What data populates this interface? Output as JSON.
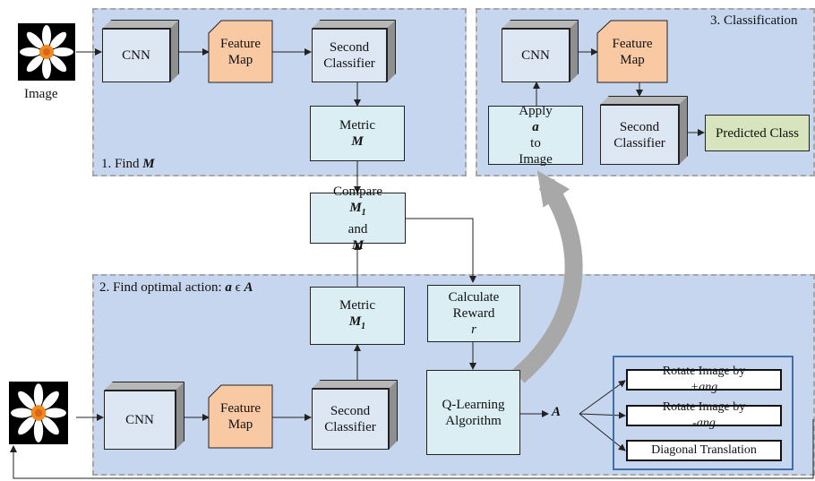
{
  "panels": {
    "find_m": "1. Find ",
    "find_m_var": "M",
    "find_action": "2. Find optimal action: ",
    "find_action_var1": "a",
    "find_action_sym": " ϵ ",
    "find_action_var2": "A",
    "classification": "3. Classification"
  },
  "image_label": "Image",
  "cnn": "CNN",
  "feature_map": [
    "Feature",
    "Map"
  ],
  "second_classifier": [
    "Second",
    "Classifier"
  ],
  "metric": {
    "label": "Metric",
    "var": "M"
  },
  "compare": {
    "line1": "Compare",
    "var1": "M",
    "sub1": "1",
    "and": " and ",
    "var2": "M"
  },
  "metric1": {
    "label": "Metric",
    "var": "M",
    "sub": "1"
  },
  "reward": {
    "line1": "Calculate",
    "line2": "Reward ",
    "var": "r"
  },
  "qlearning": [
    "Q-Learning",
    "Algorithm"
  ],
  "action_set": "A",
  "actions": {
    "rotate_plus": "Rotate Image by ",
    "rotate_plus_var": "+ang",
    "rotate_minus": "Rotate Image by ",
    "rotate_minus_var": "-ang",
    "diagonal": "Diagonal Translation"
  },
  "apply": {
    "line1": "Apply ",
    "var": "a",
    "line2": "to",
    "line3": "Image"
  },
  "predicted_class": "Predicted Class",
  "colors": {
    "panel": "#c6d6ee",
    "cube_face": "#dde6f3",
    "feature_map": "#f8c9a3",
    "light_box": "#daeef3",
    "predicted": "#d7e4bd",
    "action_frame": "#3f6ea8",
    "curved_arrow": "#a8a8a8"
  }
}
